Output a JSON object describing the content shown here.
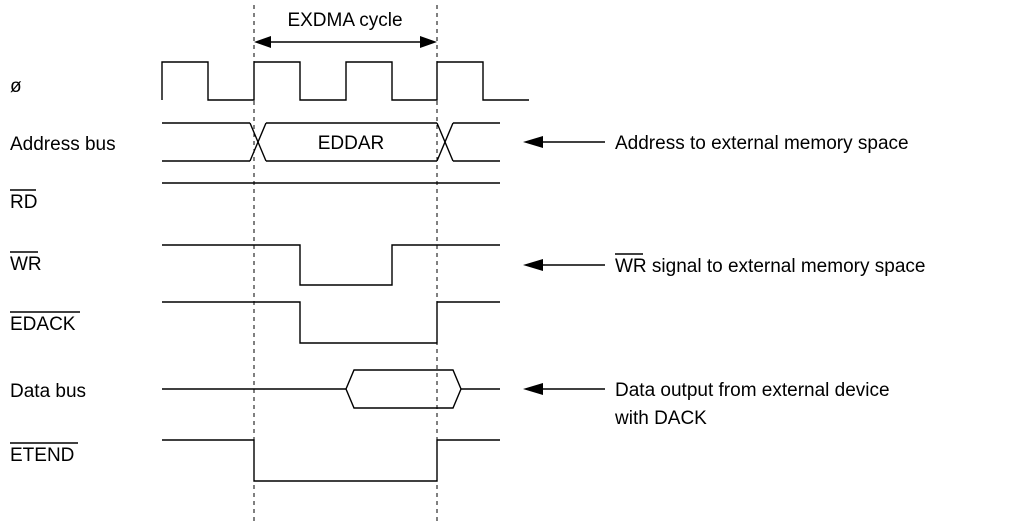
{
  "diagram": {
    "cycle_label": "EXDMA cycle",
    "signals": {
      "clock": "ø",
      "address_bus": "Address bus",
      "rd": "RD",
      "wr": "WR",
      "edack": "EDACK",
      "data_bus": "Data bus",
      "etend": "ETEND"
    },
    "address_value": "EDDAR",
    "annotations": {
      "address": "Address to external memory space",
      "wr_signal_name": "WR",
      "wr_rest": " signal to external memory space",
      "data_line1": "Data output from external device",
      "data_line2": "with DACK"
    }
  }
}
